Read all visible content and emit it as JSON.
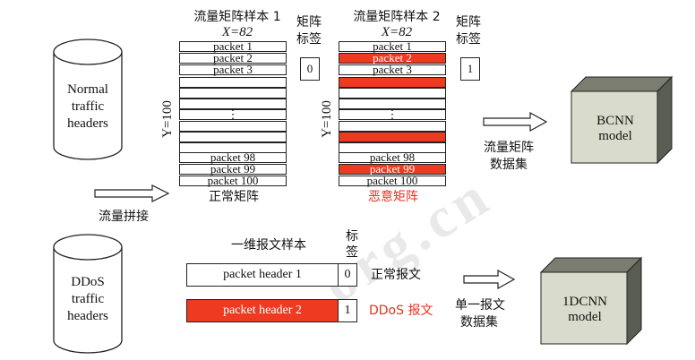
{
  "cylinders": {
    "normal": {
      "line1": "Normal",
      "line2": "traffic",
      "line3": "headers"
    },
    "ddos": {
      "line1": "DDoS",
      "line2": "traffic",
      "line3": "headers"
    }
  },
  "splice_label": "流量拼接",
  "matrix1": {
    "title": "流量矩阵样本 1",
    "x_label": "X=82",
    "y_label": "Y=100",
    "tag_title_1": "矩阵",
    "tag_title_2": "标签",
    "tag_value": "0",
    "caption": "正常矩阵",
    "rows": [
      "packet 1",
      "packet 2",
      "packet 3",
      "",
      "",
      "",
      "⋮",
      "",
      "",
      "",
      "packet 98",
      "packet 99",
      "packet 100"
    ]
  },
  "matrix2": {
    "title": "流量矩阵样本 2",
    "x_label": "X=82",
    "y_label": "Y=100",
    "tag_title_1": "矩阵",
    "tag_title_2": "标签",
    "tag_value": "1",
    "caption": "恶意矩阵",
    "rows": [
      "packet 1",
      "packet 2",
      "packet 3",
      "",
      "",
      "",
      "⋮",
      "",
      "",
      "",
      "packet 98",
      "packet 99",
      "packet 100"
    ],
    "malicious_rows": [
      1,
      3,
      8,
      11
    ]
  },
  "matrix_dataset_label_1": "流量矩阵",
  "matrix_dataset_label_2": "数据集",
  "bcnn": {
    "line1": "BCNN",
    "line2": "model"
  },
  "oned": {
    "title": "一维报文样本",
    "tag_title_1": "标",
    "tag_title_2": "签",
    "normal_header": "packet header 1",
    "normal_tag": "0",
    "normal_caption": "正常报文",
    "ddos_header": "packet header 2",
    "ddos_tag": "1",
    "ddos_caption": "DDoS 报文"
  },
  "single_dataset_label_1": "单一报文",
  "single_dataset_label_2": "数据集",
  "onedcnn": {
    "line1": "1DCNN",
    "line2": "model"
  },
  "watermark": "org.cn",
  "colors": {
    "malicious": "#ef3a22",
    "cube_face": "#d9dccc",
    "cube_side": "#5a5d52"
  }
}
